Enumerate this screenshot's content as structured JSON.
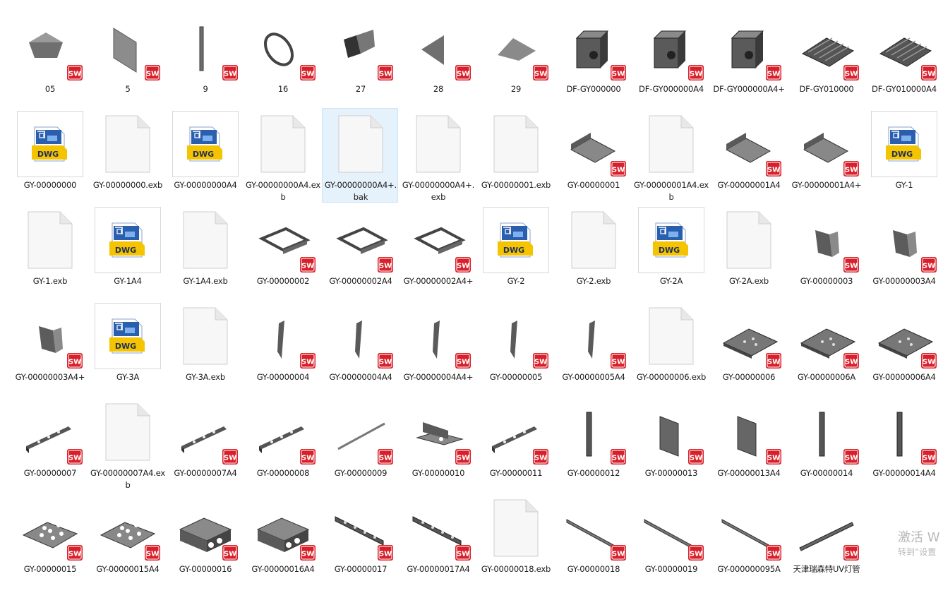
{
  "items": [
    {
      "label": "05",
      "icon": "pyramid-part-icon",
      "type": "sw"
    },
    {
      "label": "5",
      "icon": "panel-part-icon",
      "type": "sw"
    },
    {
      "label": "9",
      "icon": "bar-part-icon",
      "type": "sw"
    },
    {
      "label": "16",
      "icon": "ring-part-icon",
      "type": "sw"
    },
    {
      "label": "27",
      "icon": "corner-part-icon",
      "type": "sw"
    },
    {
      "label": "28",
      "icon": "triangle-part-icon",
      "type": "sw"
    },
    {
      "label": "29",
      "icon": "plate-part-icon",
      "type": "sw"
    },
    {
      "label": "DF-GY000000",
      "icon": "machine-assembly-icon",
      "type": "sw"
    },
    {
      "label": "DF-GY000000A4",
      "icon": "machine-assembly-icon",
      "type": "sw"
    },
    {
      "label": "DF-GY000000A4+",
      "icon": "machine-assembly-icon",
      "type": "sw"
    },
    {
      "label": "DF-GY010000",
      "icon": "grille-part-icon",
      "type": "sw"
    },
    {
      "label": "DF-GY010000A4",
      "icon": "grille-part-icon",
      "type": "sw"
    },
    {
      "label": "GY-00000000",
      "icon": "dwg-file-icon",
      "type": "dwg"
    },
    {
      "label": "GY-00000000.exb",
      "icon": "blank-file-icon",
      "type": "blank"
    },
    {
      "label": "GY-00000000A4",
      "icon": "dwg-file-icon",
      "type": "dwg"
    },
    {
      "label": "GY-00000000A4.exb",
      "icon": "blank-file-icon",
      "type": "blank"
    },
    {
      "label": "GY-00000000A4+.bak",
      "icon": "blank-file-icon",
      "type": "blank",
      "selected": true
    },
    {
      "label": "GY-00000000A4+.exb",
      "icon": "blank-file-icon",
      "type": "blank"
    },
    {
      "label": "GY-00000001.exb",
      "icon": "blank-file-icon",
      "type": "blank"
    },
    {
      "label": "GY-00000001",
      "icon": "tray-part-icon",
      "type": "sw"
    },
    {
      "label": "GY-00000001A4.exb",
      "icon": "blank-file-icon",
      "type": "blank"
    },
    {
      "label": "GY-00000001A4",
      "icon": "tray-part-icon",
      "type": "sw"
    },
    {
      "label": "GY-00000001A4+",
      "icon": "tray-part-icon",
      "type": "sw"
    },
    {
      "label": "GY-1",
      "icon": "dwg-file-icon",
      "type": "dwg"
    },
    {
      "label": "GY-1.exb",
      "icon": "blank-file-icon",
      "type": "blank"
    },
    {
      "label": "GY-1A4",
      "icon": "dwg-file-icon",
      "type": "dwg"
    },
    {
      "label": "GY-1A4.exb",
      "icon": "blank-file-icon",
      "type": "blank"
    },
    {
      "label": "GY-00000002",
      "icon": "frame-part-icon",
      "type": "sw"
    },
    {
      "label": "GY-00000002A4",
      "icon": "frame-part-icon",
      "type": "sw"
    },
    {
      "label": "GY-00000002A4+",
      "icon": "frame-part-icon",
      "type": "sw"
    },
    {
      "label": "GY-2",
      "icon": "dwg-file-icon",
      "type": "dwg"
    },
    {
      "label": "GY-2.exb",
      "icon": "blank-file-icon",
      "type": "blank"
    },
    {
      "label": "GY-2A",
      "icon": "dwg-file-icon",
      "type": "dwg"
    },
    {
      "label": "GY-2A.exb",
      "icon": "blank-file-icon",
      "type": "blank"
    },
    {
      "label": "GY-00000003",
      "icon": "bracket-part-icon",
      "type": "sw"
    },
    {
      "label": "GY-00000003A4",
      "icon": "bracket-part-icon",
      "type": "sw"
    },
    {
      "label": "GY-00000003A4+",
      "icon": "bracket-part-icon",
      "type": "sw"
    },
    {
      "label": "GY-3A",
      "icon": "dwg-file-icon",
      "type": "dwg"
    },
    {
      "label": "GY-3A.exb",
      "icon": "blank-file-icon",
      "type": "blank"
    },
    {
      "label": "GY-00000004",
      "icon": "blade-part-icon",
      "type": "sw"
    },
    {
      "label": "GY-00000004A4",
      "icon": "blade-part-icon",
      "type": "sw"
    },
    {
      "label": "GY-00000004A4+",
      "icon": "blade-part-icon",
      "type": "sw"
    },
    {
      "label": "GY-00000005",
      "icon": "blade-part-icon",
      "type": "sw"
    },
    {
      "label": "GY-00000005A4",
      "icon": "blade-part-icon",
      "type": "sw"
    },
    {
      "label": "GY-00000006.exb",
      "icon": "blank-file-icon",
      "type": "blank"
    },
    {
      "label": "GY-00000006",
      "icon": "base-plate-part-icon",
      "type": "sw"
    },
    {
      "label": "GY-00000006A",
      "icon": "base-plate-part-icon",
      "type": "sw"
    },
    {
      "label": "GY-00000006A4",
      "icon": "base-plate-part-icon",
      "type": "sw"
    },
    {
      "label": "GY-00000007",
      "icon": "rail-part-icon",
      "type": "sw"
    },
    {
      "label": "GY-00000007A4.exb",
      "icon": "blank-file-icon",
      "type": "blank"
    },
    {
      "label": "GY-00000007A4",
      "icon": "rail-part-icon",
      "type": "sw"
    },
    {
      "label": "GY-00000008",
      "icon": "rail-part-icon",
      "type": "sw"
    },
    {
      "label": "GY-00000009",
      "icon": "rod-part-icon",
      "type": "sw"
    },
    {
      "label": "GY-00000010",
      "icon": "angle-plate-part-icon",
      "type": "sw"
    },
    {
      "label": "GY-00000011",
      "icon": "rail-part-icon",
      "type": "sw"
    },
    {
      "label": "GY-00000012",
      "icon": "post-part-icon",
      "type": "sw"
    },
    {
      "label": "GY-00000013",
      "icon": "door-part-icon",
      "type": "sw"
    },
    {
      "label": "GY-00000013A4",
      "icon": "door-part-icon",
      "type": "sw"
    },
    {
      "label": "GY-00000014",
      "icon": "post-part-icon",
      "type": "sw"
    },
    {
      "label": "GY-00000014A4",
      "icon": "post-part-icon",
      "type": "sw"
    },
    {
      "label": "GY-00000015",
      "icon": "perforated-plate-part-icon",
      "type": "sw"
    },
    {
      "label": "GY-00000015A4",
      "icon": "perforated-plate-part-icon",
      "type": "sw"
    },
    {
      "label": "GY-00000016",
      "icon": "box-part-icon",
      "type": "sw"
    },
    {
      "label": "GY-00000016A4",
      "icon": "box-part-icon",
      "type": "sw"
    },
    {
      "label": "GY-00000017",
      "icon": "slotted-bar-part-icon",
      "type": "sw"
    },
    {
      "label": "GY-00000017A4",
      "icon": "slotted-bar-part-icon",
      "type": "sw"
    },
    {
      "label": "GY-00000018.exb",
      "icon": "blank-file-icon",
      "type": "blank"
    },
    {
      "label": "GY-00000018",
      "icon": "long-rod-part-icon",
      "type": "sw"
    },
    {
      "label": "GY-00000019",
      "icon": "long-rod-part-icon",
      "type": "sw"
    },
    {
      "label": "GY-000000095A",
      "icon": "long-rod-part-icon",
      "type": "sw"
    },
    {
      "label": "天津瑞森特UV灯管",
      "icon": "uv-lamp-tube-part-icon",
      "type": "sw"
    }
  ],
  "badges": {
    "sw_text": "SW",
    "dwg_text": "DWG"
  },
  "watermark": {
    "line1": "激活 W",
    "line2": "转到“设置"
  },
  "colors": {
    "sw_red": "#d8202a",
    "dwg_yellow": "#f5c400",
    "dwg_blue": "#1f4e9c",
    "selected_bg": "#e5f1fb"
  }
}
